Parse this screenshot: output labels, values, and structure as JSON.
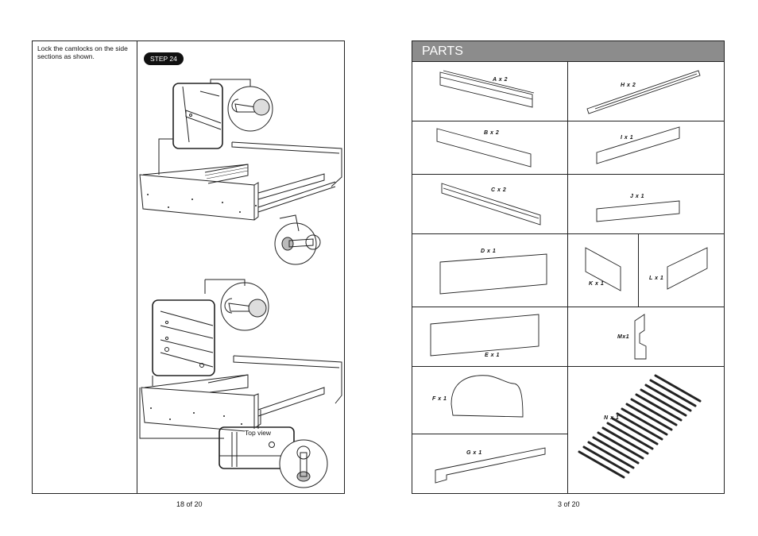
{
  "left_page": {
    "instruction": "Lock the camlocks on the side sections as shown.",
    "step_label": "STEP 24",
    "top_view_label": "Top view",
    "page_number": "18 of 20"
  },
  "right_page": {
    "header": "PARTS",
    "page_number": "3 of 20",
    "parts": [
      {
        "id": "A",
        "label": "A x 2"
      },
      {
        "id": "H",
        "label": "H x 2"
      },
      {
        "id": "B",
        "label": "B x 2"
      },
      {
        "id": "I",
        "label": "I x 1"
      },
      {
        "id": "C",
        "label": "C x 2"
      },
      {
        "id": "J",
        "label": "J x 1"
      },
      {
        "id": "D",
        "label": "D x 1"
      },
      {
        "id": "K",
        "label": "K x 1"
      },
      {
        "id": "L",
        "label": "L x 1"
      },
      {
        "id": "E",
        "label": "E x 1"
      },
      {
        "id": "M",
        "label": "Mx1"
      },
      {
        "id": "F",
        "label": "F x 1"
      },
      {
        "id": "N",
        "label": "N x 1"
      },
      {
        "id": "G",
        "label": "G x 1"
      }
    ]
  }
}
